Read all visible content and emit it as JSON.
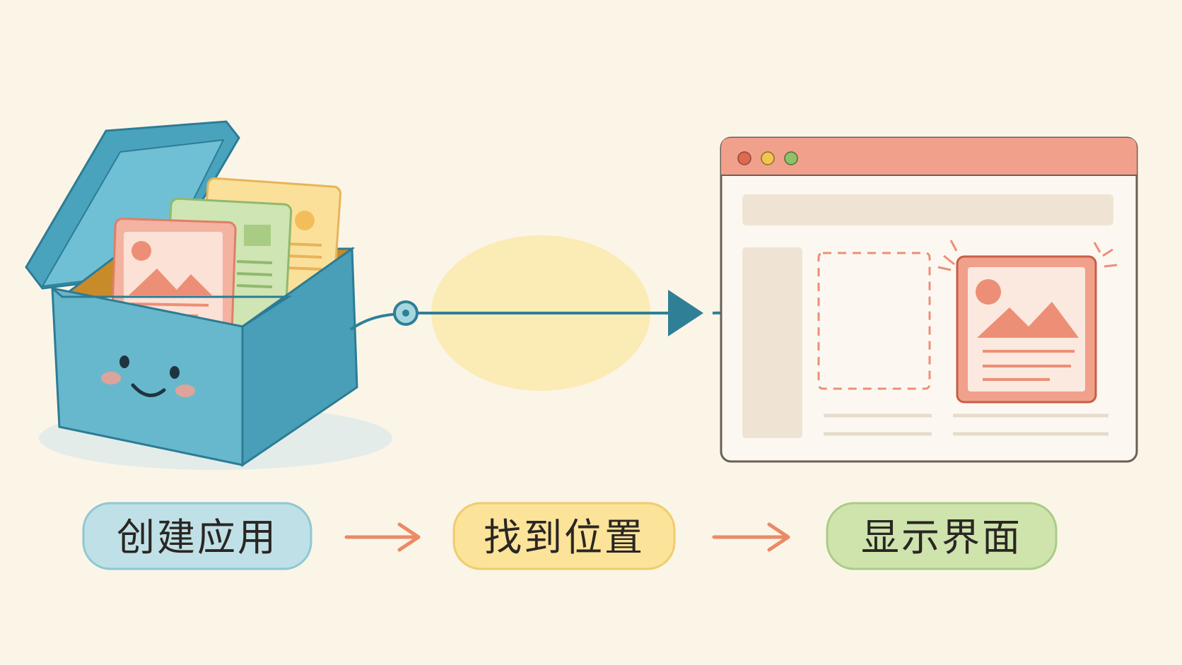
{
  "steps": [
    {
      "label": "创建应用",
      "fill": "#bfe0e6",
      "stroke": "#8ec8d3"
    },
    {
      "label": "找到位置",
      "fill": "#fbe39a",
      "stroke": "#f0cc6a"
    },
    {
      "label": "显示界面",
      "fill": "#cfe3ad",
      "stroke": "#a9cc85"
    }
  ],
  "colors": {
    "background": "#fbf5e8",
    "box": "#5fb3c9",
    "box_dark": "#3f95ad",
    "arrow": "#2f7f97",
    "orange_arrow": "#ea8a67",
    "browser_titlebar": "#f1a08b",
    "card_red": "#f1a08b",
    "card_green": "#b7d995",
    "card_yellow": "#fbe09a",
    "glow": "#fbe7a4"
  },
  "icons": {
    "window_controls": [
      "close-dot-icon",
      "minimize-dot-icon",
      "maximize-dot-icon"
    ],
    "content": [
      "image-placeholder-icon",
      "smiley-face-icon",
      "sparkle-icon"
    ]
  }
}
